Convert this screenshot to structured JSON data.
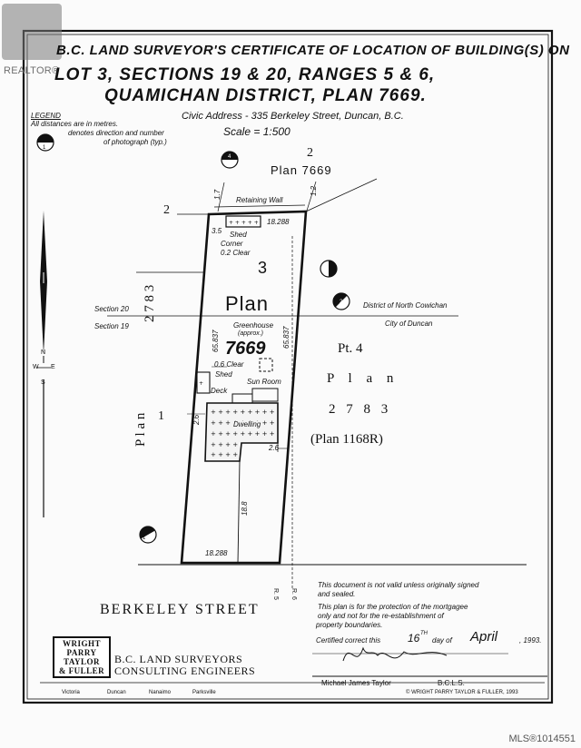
{
  "header": {
    "line1": "B.C. LAND SURVEYOR'S CERTIFICATE OF LOCATION OF BUILDING(S) ON",
    "line2": "LOT 3, SECTIONS 19 & 20, RANGES 5 & 6,",
    "line3": "QUAMICHAN DISTRICT, PLAN 7669.",
    "civic_address": "Civic Address - 335 Berkeley Street, Duncan, B.C.",
    "scale": "Scale = 1:500"
  },
  "legend": {
    "title": "LEGEND",
    "line1": "All distances are in metres.",
    "line2": "denotes direction and number",
    "line3": "of photograph (typ.)",
    "photo_number": "1"
  },
  "plan_labels": {
    "plan7669_top": "Plan 7669",
    "lot2_top": "2",
    "lot2_left": "2",
    "plan2783_left_number": "2 7 8 3",
    "plan_left_word": "P l a n",
    "lot1": "1",
    "lot3": "3",
    "plan_center": "Plan",
    "plan_center_number": "7669",
    "section20": "Section 20",
    "section19": "Section 19",
    "district_north": "District of North Cowichan",
    "city_duncan": "City of Duncan",
    "pt4": "Pt. 4",
    "plan_right_word": "P l a n",
    "plan_right_number": "2 7 8 3",
    "plan1168r": "(Plan 1168R)",
    "retaining_wall": "Retaining Wall",
    "shed_top": "Shed",
    "corner_clear": "Corner",
    "clear_02": "0.2 Clear",
    "greenhouse": "Greenhouse",
    "greenhouse_approx": "(approx.)",
    "clear_06": "0.6 Clear",
    "shed_left": "Shed",
    "sun_room": "Sun Room",
    "deck": "Deck",
    "dwelling": "Dwelling",
    "street": "BERKELEY STREET",
    "r5": "R. 5",
    "r6": "R. 6"
  },
  "dimensions": {
    "top_width": "18.288",
    "bottom_width": "18.288",
    "left_length": "65.837",
    "right_length": "65.837",
    "d_1_7": "1.7",
    "d_1_2": "1.2",
    "d_3_5": "3.5",
    "d_2_6_left": "2.6",
    "d_2_6_right": "2.6",
    "d_18_8": "18.8"
  },
  "photos": {
    "p1_legend": "1",
    "p4": "4",
    "p3": "3",
    "p2": "2",
    "p1_bottom": "1"
  },
  "north_arrow": {
    "n": "N",
    "s": "S",
    "e": "E",
    "w": "W"
  },
  "notes": {
    "note1_line1": "This document is not valid unless originally signed",
    "note1_line2": "and sealed.",
    "note2_line1": "This plan is for the protection of the mortgagee",
    "note2_line2": "only and not for the re-establishment of",
    "note2_line3": "property boundaries.",
    "certified_prefix": "Certified correct this",
    "certified_day": "16",
    "certified_day_suffix": "TH",
    "certified_day_word": "day of",
    "certified_month": "April",
    "certified_year": ", 1993."
  },
  "firm": {
    "logo_line1": "WRIGHT",
    "logo_line2": "PARRY",
    "logo_line3": "TAYLOR",
    "logo_line4": "& FULLER",
    "name_line1": "B.C. LAND SURVEYORS",
    "name_line2": "CONSULTING ENGINEERS",
    "office1": "Victoria",
    "office2": "Duncan",
    "office3": "Nanaimo",
    "office4": "Parksville",
    "signer": "Michael James Taylor",
    "signer_title": "B.C.L.S.",
    "copyright": "© WRIGHT PARRY TAYLOR & FULLER, 1993"
  },
  "watermark": {
    "realtor": "REALTOR®",
    "mls": "MLS®1014551"
  }
}
